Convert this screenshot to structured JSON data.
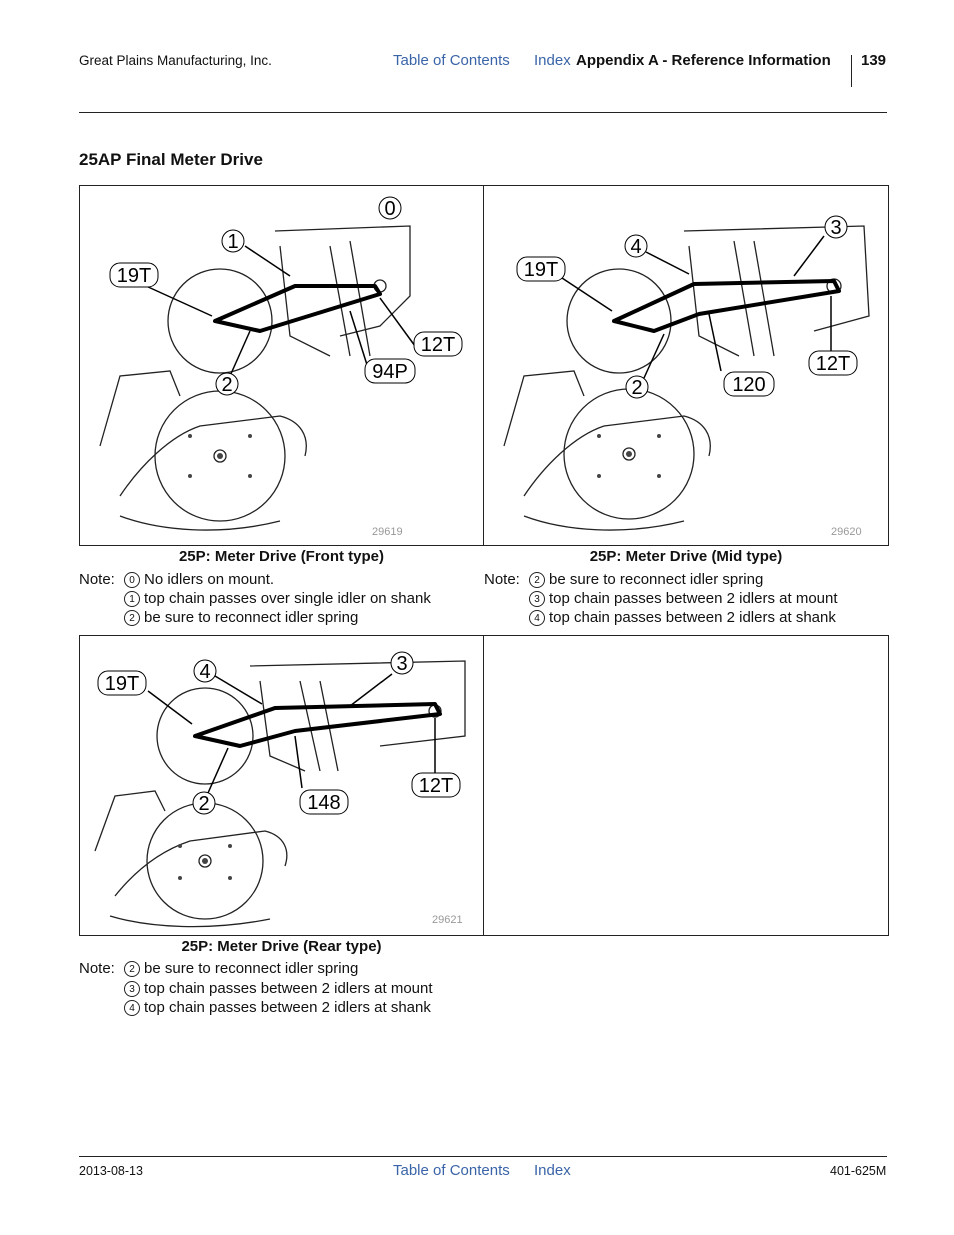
{
  "header": {
    "company": "Great Plains Manufacturing, Inc.",
    "toc_link": "Table of Contents",
    "index_link": "Index",
    "section": "Appendix A - Reference Information",
    "page_number": "139"
  },
  "section_title": "25AP Final Meter Drive",
  "figures": [
    {
      "caption": "25P: Meter Drive (Front type)",
      "figure_id": "29619",
      "callouts": {
        "c0": "0",
        "c1": "1",
        "c2": "2",
        "sprocket_large": "19T",
        "sprocket_small": "12T",
        "chain": "94P"
      },
      "note_label": "Note:",
      "notes": [
        {
          "num": "0",
          "text": "No idlers on mount."
        },
        {
          "num": "1",
          "text": "top chain passes over single idler on shank"
        },
        {
          "num": "2",
          "text": "be sure to reconnect idler spring"
        }
      ]
    },
    {
      "caption": "25P: Meter Drive (Mid type)",
      "figure_id": "29620",
      "callouts": {
        "c2": "2",
        "c3": "3",
        "c4": "4",
        "sprocket_large": "19T",
        "sprocket_small": "12T",
        "chain": "120"
      },
      "note_label": "Note:",
      "notes": [
        {
          "num": "2",
          "text": "be sure to reconnect idler spring"
        },
        {
          "num": "3",
          "text": "top chain passes between 2 idlers at mount"
        },
        {
          "num": "4",
          "text": "top chain passes between 2 idlers at shank"
        }
      ]
    },
    {
      "caption": "25P: Meter Drive (Rear type)",
      "figure_id": "29621",
      "callouts": {
        "c2": "2",
        "c3": "3",
        "c4": "4",
        "sprocket_large": "19T",
        "sprocket_small": "12T",
        "chain": "148"
      },
      "note_label": "Note:",
      "notes": [
        {
          "num": "2",
          "text": "be sure to reconnect idler spring"
        },
        {
          "num": "3",
          "text": "top chain passes between 2 idlers at mount"
        },
        {
          "num": "4",
          "text": "top chain passes between 2 idlers at shank"
        }
      ]
    }
  ],
  "footer": {
    "date": "2013-08-13",
    "toc_link": "Table of Contents",
    "index_link": "Index",
    "doc_number": "401-625M"
  },
  "colors": {
    "link": "#3a64a8",
    "text": "#111111",
    "figure_id": "#999999"
  }
}
